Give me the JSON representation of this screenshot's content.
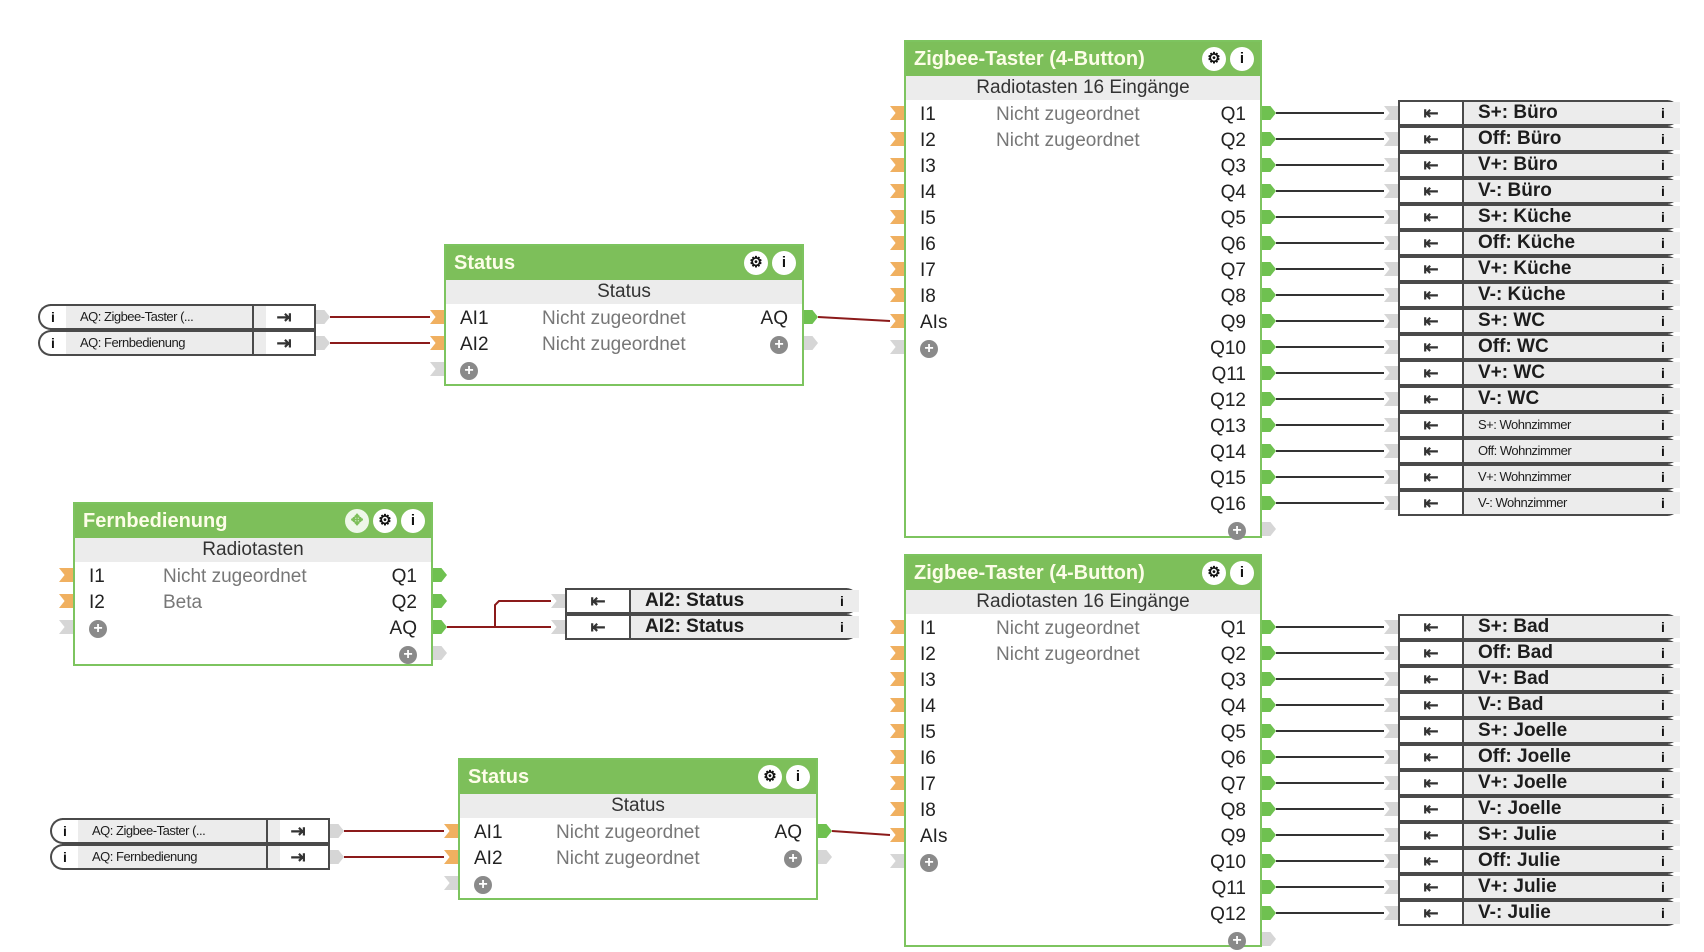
{
  "colors": {
    "block_border": "#7dc45f",
    "header_bg": "#7dbf5a",
    "input_pin": "#f0b060",
    "output_pin": "#6fc150",
    "analog_wire": "#8b1a1a",
    "digital_wire": "#333333"
  },
  "icons": {
    "settings": "gear-icon",
    "info": "info-icon",
    "move": "move-icon",
    "add": "plus-circle-icon",
    "output_ref": "output-ref-icon",
    "input_ref": "input-ref-icon"
  },
  "glyphs": {
    "settings": "⚙",
    "info": "i",
    "move": "✥",
    "add": "+",
    "output_ref": "⇥",
    "input_ref": "⇤"
  },
  "status1": {
    "title": "Status",
    "subtitle": "Status",
    "inputs": [
      {
        "name": "AI1",
        "value": "Nicht zugeordnet"
      },
      {
        "name": "AI2",
        "value": "Nicht zugeordnet"
      }
    ],
    "outputs": [
      {
        "name": "AQ"
      }
    ],
    "sources": [
      "AQ:  Zigbee-Taster  (...",
      "AQ: Fernbedienung"
    ]
  },
  "status2": {
    "title": "Status",
    "subtitle": "Status",
    "inputs": [
      {
        "name": "AI1",
        "value": "Nicht zugeordnet"
      },
      {
        "name": "AI2",
        "value": "Nicht zugeordnet"
      }
    ],
    "outputs": [
      {
        "name": "AQ"
      }
    ],
    "sources": [
      "AQ:  Zigbee-Taster  (...",
      "AQ: Fernbedienung"
    ]
  },
  "fernbedienung": {
    "title": "Fernbedienung",
    "subtitle": "Radiotasten",
    "inputs": [
      {
        "name": "I1",
        "value": "Nicht zugeordnet"
      },
      {
        "name": "I2",
        "value": "Beta"
      }
    ],
    "outputs": [
      {
        "name": "Q1"
      },
      {
        "name": "Q2"
      },
      {
        "name": "AQ"
      }
    ],
    "targets": [
      "AI2: Status",
      "AI2: Status"
    ]
  },
  "zigbee1": {
    "title": "Zigbee-Taster (4-Button)",
    "subtitle": "Radiotasten 16 Eingänge",
    "inputs": [
      {
        "name": "I1",
        "value": "Nicht zugeordnet"
      },
      {
        "name": "I2",
        "value": "Nicht zugeordnet"
      },
      {
        "name": "I3",
        "value": ""
      },
      {
        "name": "I4",
        "value": ""
      },
      {
        "name": "I5",
        "value": ""
      },
      {
        "name": "I6",
        "value": ""
      },
      {
        "name": "I7",
        "value": ""
      },
      {
        "name": "I8",
        "value": ""
      },
      {
        "name": "AIs",
        "value": ""
      }
    ],
    "outputs": [
      "Q1",
      "Q2",
      "Q3",
      "Q4",
      "Q5",
      "Q6",
      "Q7",
      "Q8",
      "Q9",
      "Q10",
      "Q11",
      "Q12",
      "Q13",
      "Q14",
      "Q15",
      "Q16"
    ],
    "targets": [
      "S+: Büro",
      "Off: Büro",
      "V+: Büro",
      "V-: Büro",
      "S+: Küche",
      "Off: Küche",
      "V+: Küche",
      "V-: Küche",
      "S+: WC",
      "Off: WC",
      "V+: WC",
      "V-: WC",
      "S+: Wohnzimmer",
      "Off: Wohnzimmer",
      "V+: Wohnzimmer",
      "V-: Wohnzimmer"
    ]
  },
  "zigbee2": {
    "title": "Zigbee-Taster (4-Button)",
    "subtitle": "Radiotasten 16 Eingänge",
    "inputs": [
      {
        "name": "I1",
        "value": "Nicht zugeordnet"
      },
      {
        "name": "I2",
        "value": "Nicht zugeordnet"
      },
      {
        "name": "I3",
        "value": ""
      },
      {
        "name": "I4",
        "value": ""
      },
      {
        "name": "I5",
        "value": ""
      },
      {
        "name": "I6",
        "value": ""
      },
      {
        "name": "I7",
        "value": ""
      },
      {
        "name": "I8",
        "value": ""
      },
      {
        "name": "AIs",
        "value": ""
      }
    ],
    "outputs": [
      "Q1",
      "Q2",
      "Q3",
      "Q4",
      "Q5",
      "Q6",
      "Q7",
      "Q8",
      "Q9",
      "Q10",
      "Q11",
      "Q12"
    ],
    "targets": [
      "S+: Bad",
      "Off: Bad",
      "V+: Bad",
      "V-: Bad",
      "S+: Joelle",
      "Off: Joelle",
      "V+: Joelle",
      "V-: Joelle",
      "S+: Julie",
      "Off: Julie",
      "V+: Julie",
      "V-: Julie"
    ]
  }
}
